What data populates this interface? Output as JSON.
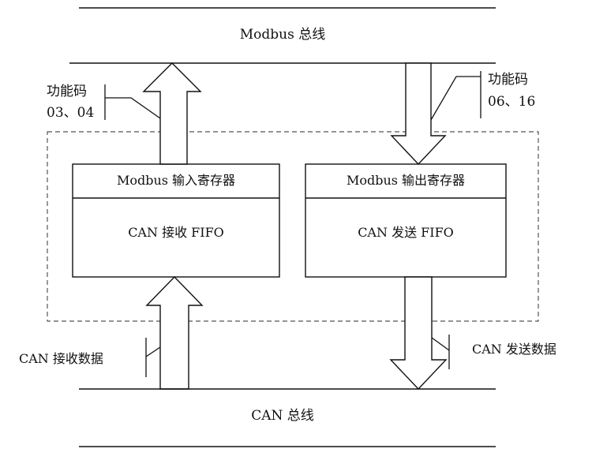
{
  "buses": {
    "modbus": "Modbus 总线",
    "can": "CAN 总线"
  },
  "function_codes": {
    "left_title": "功能码",
    "left_codes": "03、04",
    "right_title": "功能码",
    "right_codes": "06、16"
  },
  "blocks": {
    "left_header": "Modbus 输入寄存器",
    "left_body": "CAN 接收 FIFO",
    "right_header": "Modbus 输出寄存器",
    "right_body": "CAN 发送 FIFO"
  },
  "data_flow": {
    "can_receive": "CAN 接收数据",
    "can_send": "CAN 发送数据"
  },
  "colors": {
    "line": "#111111",
    "dashed": "#555555",
    "background": "#ffffff"
  }
}
